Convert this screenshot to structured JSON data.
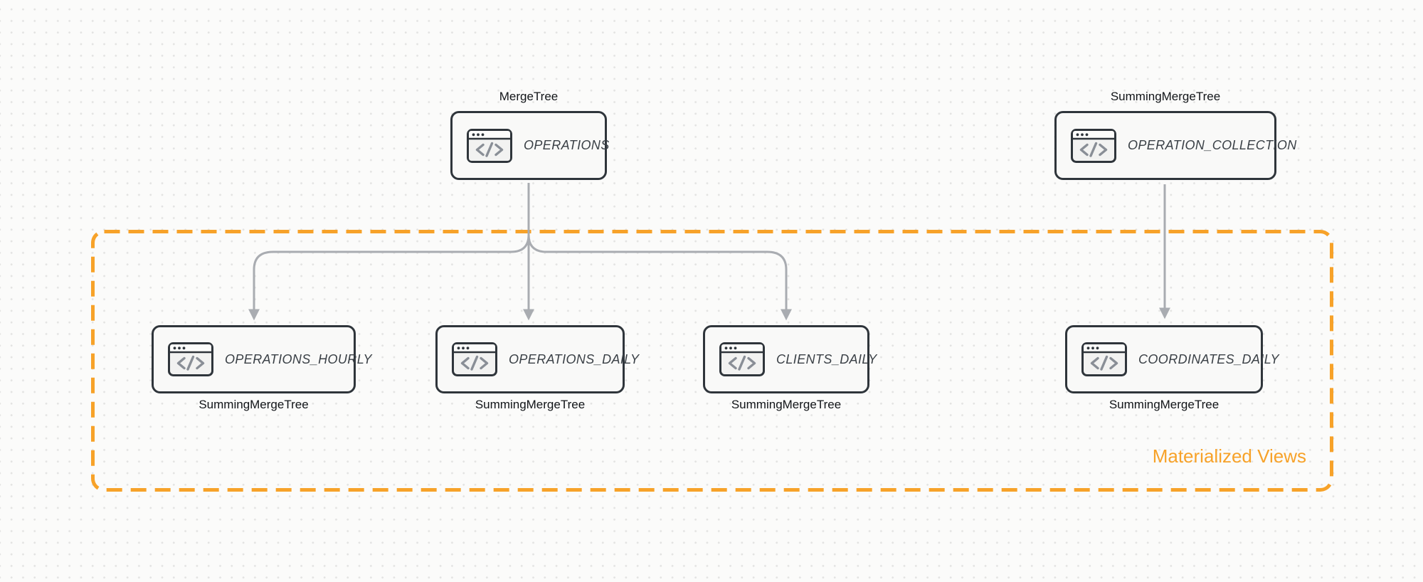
{
  "diagram": {
    "group_box": {
      "label": "Materialized Views"
    },
    "nodes": [
      {
        "id": "operations",
        "title": "OPERATIONS",
        "engine": "MergeTree",
        "engine_label_position": "top",
        "icon": "code-window"
      },
      {
        "id": "operation-collection",
        "title": "OPERATION_COLLECTION",
        "engine": "SummingMergeTree",
        "engine_label_position": "top",
        "icon": "code-window"
      },
      {
        "id": "operations-hourly",
        "title": "OPERATIONS_HOURLY",
        "engine": "SummingMergeTree",
        "engine_label_position": "bottom",
        "icon": "code-window"
      },
      {
        "id": "operations-daily",
        "title": "OPERATIONS_DAILY",
        "engine": "SummingMergeTree",
        "engine_label_position": "bottom",
        "icon": "code-window"
      },
      {
        "id": "clients-daily",
        "title": "CLIENTS_DAILY",
        "engine": "SummingMergeTree",
        "engine_label_position": "bottom",
        "icon": "code-window"
      },
      {
        "id": "coordinates-daily",
        "title": "COORDINATES_DAILY",
        "engine": "SummingMergeTree",
        "engine_label_position": "bottom",
        "icon": "code-window"
      }
    ],
    "edges": [
      {
        "from": "operations",
        "to": "operations-hourly"
      },
      {
        "from": "operations",
        "to": "operations-daily"
      },
      {
        "from": "operations",
        "to": "clients-daily"
      },
      {
        "from": "operation-collection",
        "to": "coordinates-daily"
      }
    ],
    "colors": {
      "background": "#FBFBFA",
      "grid_dot": "#E3E3E2",
      "node_border": "#2F353B",
      "node_fill": "#F9F9F8",
      "node_title": "#3A4046",
      "engine_label": "#111418",
      "edge": "#A9ACB1",
      "group_border": "#F7A229",
      "group_label": "#F7A229",
      "icon_glyph": "#898E96"
    }
  }
}
